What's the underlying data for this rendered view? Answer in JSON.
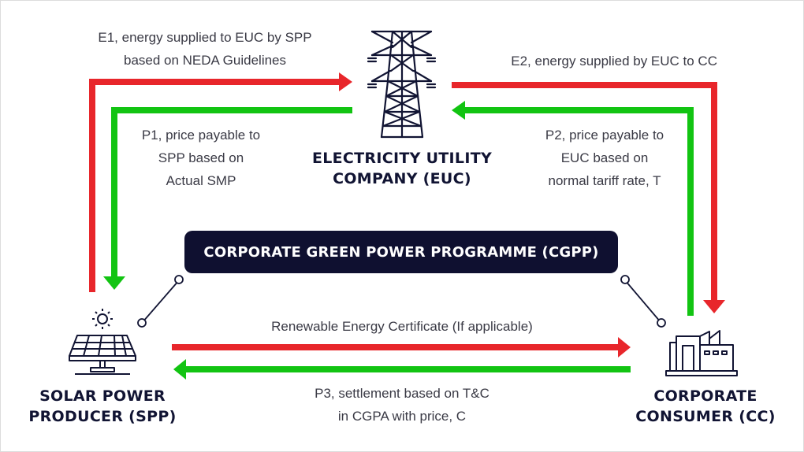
{
  "colors": {
    "energy_flow": "#e8262b",
    "payment_flow": "#12c412",
    "entity_text": "#111433",
    "label_text": "#3a3a45",
    "programme_bg": "#0f1030"
  },
  "programme": {
    "label": "CORPORATE GREEN POWER PROGRAMME (CGPP)"
  },
  "entities": {
    "euc": {
      "icon": "transmission-tower-icon",
      "line1": "ELECTRICITY UTILITY",
      "line2": "COMPANY (EUC)"
    },
    "spp": {
      "icon": "solar-panel-icon",
      "line1": "SOLAR POWER",
      "line2": "PRODUCER (SPP)"
    },
    "cc": {
      "icon": "factory-icon",
      "line1": "CORPORATE",
      "line2": "CONSUMER (CC)"
    }
  },
  "flows": {
    "e1": {
      "type": "energy",
      "from": "SPP",
      "to": "EUC",
      "line1": "E1, energy supplied to EUC by SPP",
      "line2": "based on NEDA Guidelines"
    },
    "p1": {
      "type": "payment",
      "from": "EUC",
      "to": "SPP",
      "line1": "P1, price payable to",
      "line2": "SPP based on",
      "line3": "Actual SMP"
    },
    "e2": {
      "type": "energy",
      "from": "EUC",
      "to": "CC",
      "line1": "E2, energy supplied by EUC to CC"
    },
    "p2": {
      "type": "payment",
      "from": "CC",
      "to": "EUC",
      "line1": "P2, price payable to",
      "line2": "EUC based on",
      "line3": "normal tariff rate, T"
    },
    "rec": {
      "type": "energy",
      "from": "SPP",
      "to": "CC",
      "line1": "Renewable Energy Certificate (If applicable)"
    },
    "p3": {
      "type": "payment",
      "from": "CC",
      "to": "SPP",
      "line1": "P3, settlement based on T&C",
      "line2": "in CGPA with price, C"
    }
  }
}
